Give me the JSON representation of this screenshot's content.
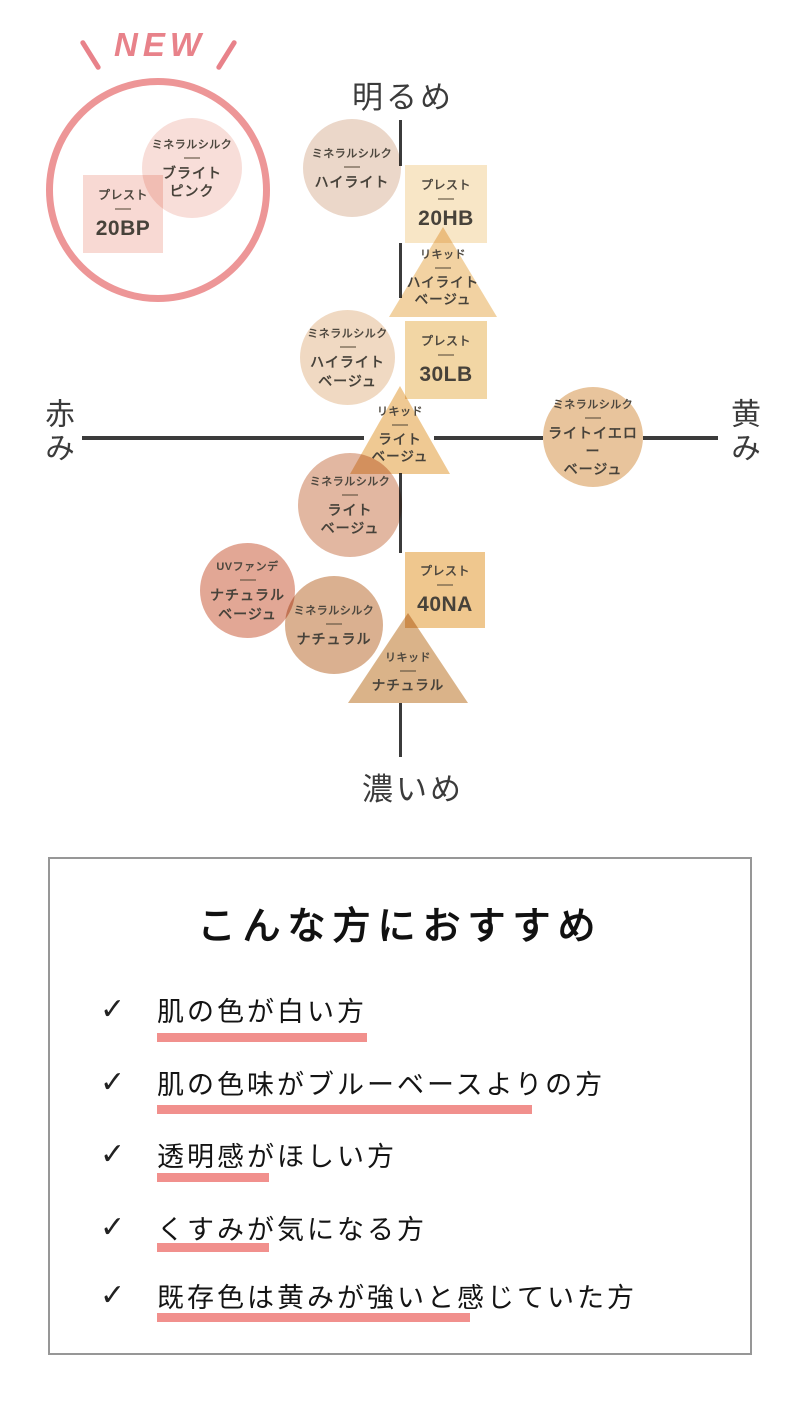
{
  "new_badge": {
    "label": "NEW",
    "text_color": "#e8828a",
    "ring_color": "#ed9697"
  },
  "chart": {
    "axes": {
      "top": "明るめ",
      "bottom": "濃いめ",
      "left": "赤み",
      "right": "黄み",
      "line_color": "#3b3b3b"
    },
    "products": [
      {
        "brand": "ミネラルシルク",
        "shade": "ブライト\nピンク",
        "shape": "circle",
        "color": "#f8ded9",
        "is_new": true
      },
      {
        "brand": "プレスト",
        "shade": "20BP",
        "shape": "square",
        "color": "#f8d9d3",
        "is_new": true
      },
      {
        "brand": "ミネラルシルク",
        "shade": "ハイライト",
        "shape": "circle",
        "color": "#ebd7c9"
      },
      {
        "brand": "プレスト",
        "shade": "20HB",
        "shape": "square",
        "color": "#f8e6c6"
      },
      {
        "brand": "リキッド",
        "shade": "ハイライト\nベージュ",
        "shape": "triangle",
        "color": "#f2d2a2"
      },
      {
        "brand": "ミネラルシルク",
        "shade": "ハイライト\nベージュ",
        "shape": "circle",
        "color": "#f0d9c2"
      },
      {
        "brand": "プレスト",
        "shade": "30LB",
        "shape": "square",
        "color": "#f2d6a4"
      },
      {
        "brand": "リキッド",
        "shade": "ライト\nベージュ",
        "shape": "triangle",
        "color": "#efc993"
      },
      {
        "brand": "ミネラルシルク",
        "shade": "ライトイエロー\nベージュ",
        "shape": "circle",
        "color": "#e8c49c"
      },
      {
        "brand": "ミネラルシルク",
        "shade": "ライト\nベージュ",
        "shape": "circle",
        "color": "#e2b7a1"
      },
      {
        "brand": "UVファンデ",
        "shade": "ナチュラル\nベージュ",
        "shape": "circle",
        "color": "#e2a795"
      },
      {
        "brand": "ミネラルシルク",
        "shade": "ナチュラル",
        "shape": "circle",
        "color": "#dab090"
      },
      {
        "brand": "プレスト",
        "shade": "40NA",
        "shape": "square",
        "color": "#efc78e"
      },
      {
        "brand": "リキッド",
        "shade": "ナチュラル",
        "shape": "triangle",
        "color": "#dab389"
      }
    ]
  },
  "recommendations": {
    "title": "こんな方におすすめ",
    "check": "✓",
    "underline_color": "#f1908d",
    "border_color": "#979797",
    "items": [
      {
        "text": "肌の色が白い方"
      },
      {
        "text": "肌の色味がブルーベースよりの方"
      },
      {
        "text": "透明感がほしい方"
      },
      {
        "text": "くすみが気になる方"
      },
      {
        "text": "既存色は黄みが強いと感じていた方"
      }
    ]
  }
}
